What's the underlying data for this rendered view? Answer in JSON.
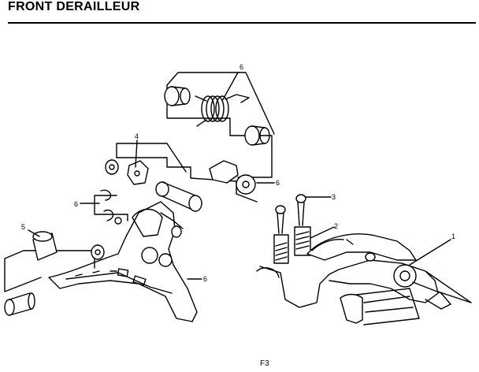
{
  "header": {
    "title": "FRONT DERAILLEUR"
  },
  "diagram": {
    "callouts": {
      "c1": "1",
      "c2": "2",
      "c3": "3",
      "c4": "4",
      "c5": "5",
      "c6a": "6",
      "c6b": "6",
      "c6c": "6",
      "c6d": "6"
    }
  },
  "footer": {
    "figure_code": "F3"
  }
}
